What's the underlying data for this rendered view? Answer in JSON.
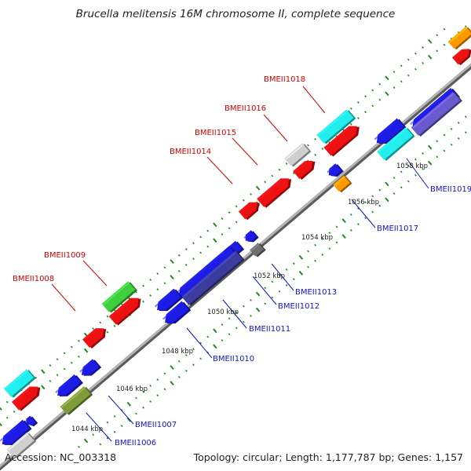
{
  "header": {
    "title": "Brucella melitensis 16M chromosome II, complete sequence"
  },
  "footer": {
    "accession": "Accession: NC_003318",
    "stats": "Topology: circular; Length: 1,177,787 bp; Genes: 1,157"
  },
  "colors": {
    "backbone": "#8c8c8c",
    "tick": "#1f8a1f",
    "label_forward": "#d20000",
    "label_reverse": "#1414c8",
    "cds_red": "#ee1111",
    "cds_blue": "#1c1ce6",
    "cds_cyan": "#22eeee",
    "cds_green": "#3fcf3f",
    "cds_gray": "#cfcfcf",
    "cds_darkgray": "#6e6e6e",
    "cds_slate": "#6a5acd",
    "cds_navy": "#3c3c9e",
    "cds_orange": "#ff9900",
    "cds_olive": "#7f9b3a",
    "cds_steel": "#3a78b4"
  },
  "kbp_labels": [
    "1044 kbp",
    "1046 kbp",
    "1048 kbp",
    "1050 kbp",
    "1052 kbp",
    "1054 kbp",
    "1056 kbp",
    "1058 kbp"
  ],
  "gene_labels": {
    "forward": [
      "BMEII1008",
      "BMEII1009",
      "BMEII1014",
      "BMEII1015",
      "BMEII1016",
      "BMEII1018"
    ],
    "reverse": [
      "BMEII1006",
      "BMEII1007",
      "BMEII1010",
      "BMEII1011",
      "BMEII1012",
      "BMEII1013",
      "BMEII1017",
      "BMEII1019"
    ]
  }
}
